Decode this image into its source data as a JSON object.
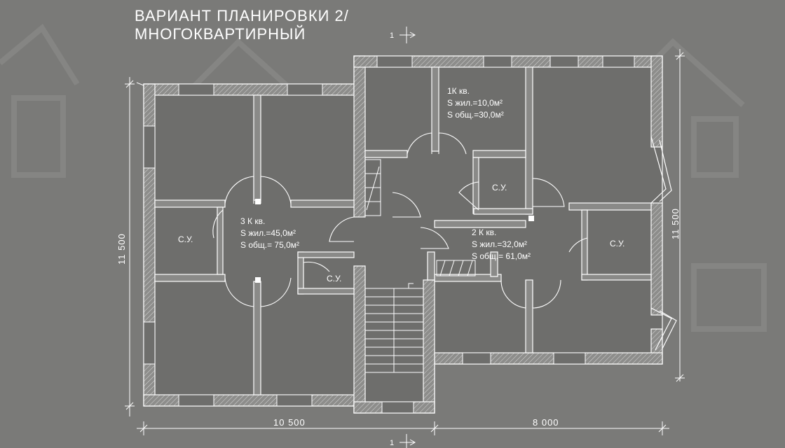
{
  "title": {
    "line1": "ВАРИАНТ ПЛАНИРОВКИ 2/",
    "line2": "МНОГОКВАРТИРНЫЙ"
  },
  "section_marks": {
    "top": "1",
    "bottom": "1"
  },
  "dimensions": {
    "left": "11 500",
    "right": "11 500",
    "bottom_left": "10 500",
    "bottom_right": "8 000"
  },
  "apartments": {
    "one_room": {
      "name": "1К кв.",
      "living": "S жил.=10,0м²",
      "total": "S общ.=30,0м²"
    },
    "three_room": {
      "name": "3 К кв.",
      "living": "S жил.=45,0м²",
      "total": "S общ.= 75,0м²"
    },
    "two_room": {
      "name": "2 К кв.",
      "living": "S жил.=32,0м²",
      "total": "S общ.= 61,0м²"
    }
  },
  "bathroom_label": "С.У.",
  "colors": {
    "background": "#7a7a78",
    "floor": "#6f6f6d",
    "wall_lines": "#ffffff",
    "wall_fill": "#8a8a88",
    "text": "#ffffff"
  }
}
